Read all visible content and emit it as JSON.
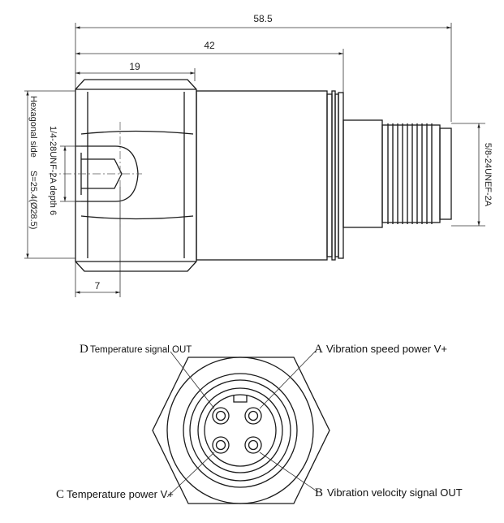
{
  "dimensions": {
    "total_length": "58.5",
    "body_length": "42",
    "hex_length": "19",
    "bottom_offset": "7",
    "hex_side": "Hexagonal side",
    "hex_size": "S=25.4(Ø28.5)",
    "mount_thread": "1/4-28UNF-2A depth 6",
    "connector_thread": "5/8-24UNEF-2A"
  },
  "pins": {
    "A": {
      "letter": "A",
      "label": "Vibration speed power V+"
    },
    "B": {
      "letter": "B",
      "label": "Vibration velocity signal OUT"
    },
    "C": {
      "letter": "C",
      "label": "Temperature power V+"
    },
    "D": {
      "letter": "D",
      "label": "Temperature signal OUT"
    }
  }
}
